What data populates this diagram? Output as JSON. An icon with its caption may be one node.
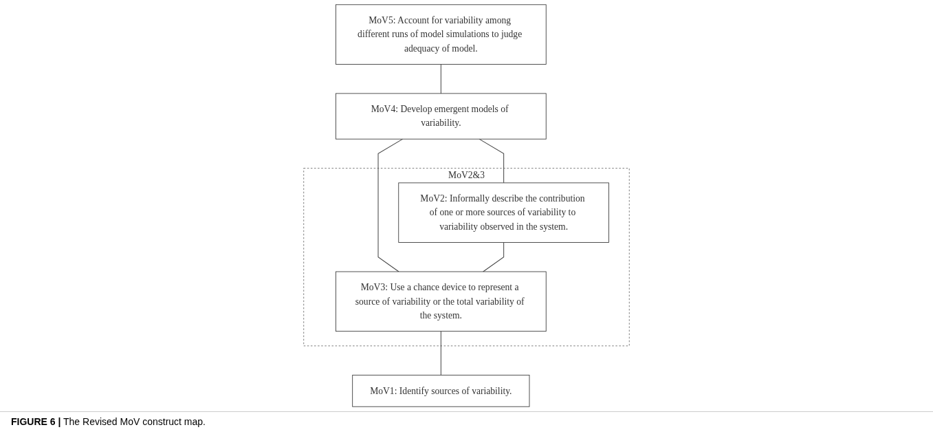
{
  "diagram": {
    "caption": "**FIGURE 6 |** The Revised MoV construct map.",
    "nodes": [
      {
        "text": [
          "MoV5: Account for variability among different runs of model simulations to judge adequacy of model."
        ]
      },
      {
        "text": [
          "MoV4: Develop emergent models of variability."
        ]
      },
      {
        "text": [
          "MoV2&3"
        ]
      },
      {
        "text": [
          "MoV2: Informally describe the contribution of one or more sources of variability to variability observed in the system."
        ],
        "in": 2
      },
      {
        "text": [
          "MoV3: Use a chance device to represent a source of variability or the total variability of the system."
        ],
        "in": 2
      },
      {
        "text": [
          "MoV1: Identify sources of variability."
        ]
      }
    ],
    "edges": [
      {
        "from": 0,
        "to": 1,
        "arrow": "none"
      },
      {
        "from": 1,
        "to": 3,
        "arrow": "none"
      },
      {
        "from": 1,
        "to": 4,
        "arrow": "none"
      },
      {
        "from": 3,
        "to": 4,
        "arrow": "none"
      },
      {
        "from": 4,
        "to": 5,
        "arrow": "none"
      }
    ]
  }
}
